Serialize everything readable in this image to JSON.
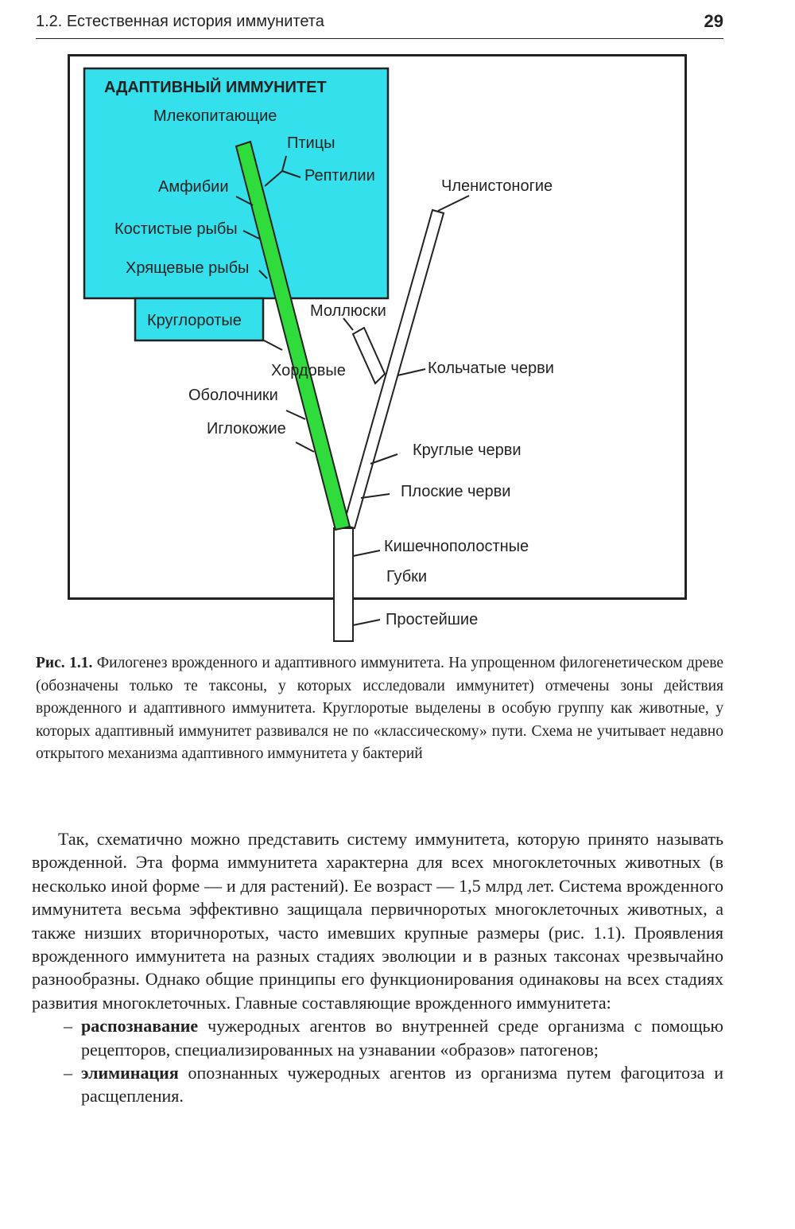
{
  "header": {
    "section_title": "1.2. Естественная история иммунитета",
    "page_number": "29"
  },
  "figure": {
    "adaptive_box_title": "АДАПТИВНЫЙ ИММУНИТЕТ",
    "labels": {
      "mammals": "Млекопитающие",
      "birds": "Птицы",
      "reptiles": "Рептилии",
      "amphibians": "Амфибии",
      "bony_fish": "Костистые рыбы",
      "cartilaginous_fish": "Хрящевые рыбы",
      "cyclostomes": "Круглоротые",
      "chordates": "Хордовые",
      "tunicates": "Оболочники",
      "echinoderms": "Иглокожие",
      "arthropods": "Членистоногие",
      "molluscs": "Моллюски",
      "annelids": "Кольчатые черви",
      "roundworms": "Круглые черви",
      "flatworms": "Плоские черви",
      "cnidarians": "Кишечнополостные",
      "sponges": "Губки",
      "protozoa": "Простейшие"
    },
    "colors": {
      "adaptive_fill": "#33e0ec",
      "vertebrate_branch": "#2fdc3c",
      "invertebrate_branch": "#ffffff",
      "line": "#222222"
    }
  },
  "caption": {
    "label": "Рис. 1.1.",
    "text": "Филогенез врожденного и адаптивного иммунитета. На упрощенном филогенетическом древе (обозначены только те таксоны, у которых исследовали иммунитет) отмечены зоны действия врожденного и адаптивного иммунитета. Круглоротые выделены в особую группу как животные, у которых адаптивный иммунитет развивался не по «классическому» пути. Схема не учитывает недавно открытого механизма адаптивного иммунитета у бактерий"
  },
  "body": {
    "paragraph": "Так, схематично можно представить систему иммунитета, которую принято называть врожденной. Эта форма иммунитета характерна для всех многоклеточных животных (в несколько иной форме — и для растений). Ее возраст — 1,5 млрд лет. Система врожденного иммунитета весьма эффективно защищала первичноротых многоклеточных животных, а также низших вторичноротых, часто имевших крупные размеры (рис. 1.1). Проявления врожденного иммунитета на разных стадиях эволюции и в разных таксонах чрезвычайно разнообразны. Однако общие принципы его функционирования одинаковы на всех стадиях развития многоклеточных. Главные составляющие врожденного иммунитета:",
    "list": [
      {
        "dash": "–",
        "term": "распознавание",
        "text": " чужеродных агентов во внутренней среде организма с помощью рецепторов, специализированных на узнавании «образов» патогенов;"
      },
      {
        "dash": "–",
        "term": "элиминация",
        "text": " опознанных чужеродных агентов из организма путем фагоцитоза и расщепления."
      }
    ]
  }
}
